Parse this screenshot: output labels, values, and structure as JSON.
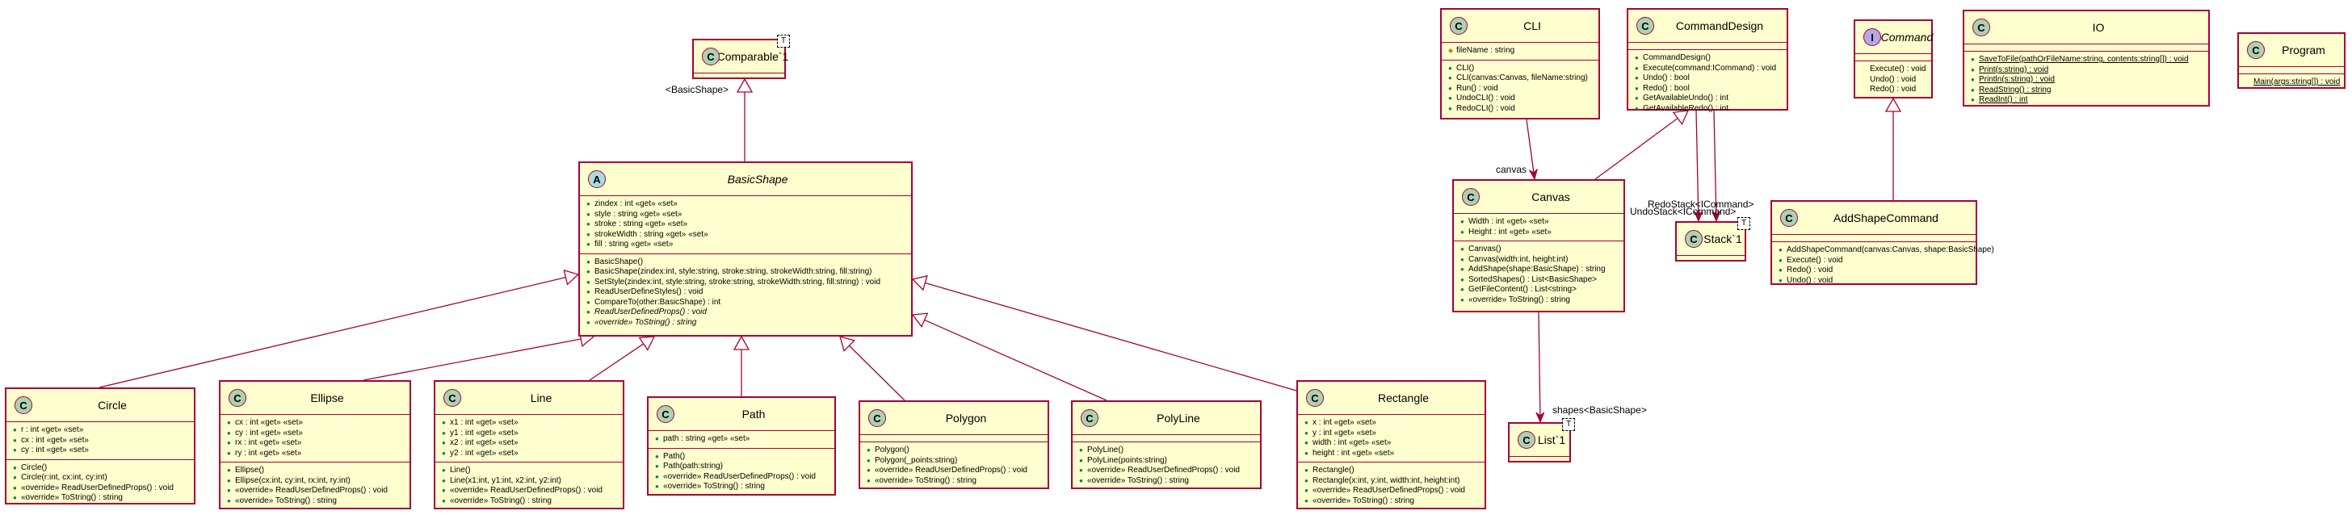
{
  "diagram": {
    "colors": {
      "class_fill": "#fefece",
      "border": "#a80036",
      "class_icon": "#add1b2",
      "abstract_icon": "#a9dcdf",
      "interface_icon": "#b4a7e5",
      "public_marker": "#038048",
      "protected_marker": "#b38d22"
    },
    "classes": {
      "icomparable": {
        "name": "IComparable`1",
        "icon": "C",
        "template": "T"
      },
      "basicshape": {
        "name": "BasicShape",
        "icon": "A",
        "fields": [
          {
            "v": "+",
            "t": "zindex : int «get» «set»"
          },
          {
            "v": "+",
            "t": "style : string «get» «set»"
          },
          {
            "v": "+",
            "t": "stroke : string «get» «set»"
          },
          {
            "v": "+",
            "t": "strokeWidth : string «get» «set»"
          },
          {
            "v": "+",
            "t": "fill : string «get» «set»"
          }
        ],
        "methods": [
          {
            "v": "+",
            "t": "BasicShape()"
          },
          {
            "v": "+",
            "t": "BasicShape(zindex:int, style:string, stroke:string, strokeWidth:string, fill:string)"
          },
          {
            "v": "+",
            "t": "SetStyle(zindex:int, style:string, stroke:string, strokeWidth:string, fill:string) : void"
          },
          {
            "v": "+",
            "t": "ReadUserDefineStyles() : void"
          },
          {
            "v": "+",
            "t": "CompareTo(other:BasicShape) : int"
          },
          {
            "v": "+",
            "t": "ReadUserDefinedProps() : void",
            "s": "i"
          },
          {
            "v": "+",
            "t": "«override» ToString() : string",
            "s": "i"
          }
        ]
      },
      "circle": {
        "name": "Circle",
        "icon": "C",
        "fields": [
          {
            "v": "+",
            "t": "r : int «get» «set»"
          },
          {
            "v": "+",
            "t": "cx : int «get» «set»"
          },
          {
            "v": "+",
            "t": "cy : int «get» «set»"
          }
        ],
        "methods": [
          {
            "v": "+",
            "t": "Circle()"
          },
          {
            "v": "+",
            "t": "Circle(r:int, cx:int, cy:int)"
          },
          {
            "v": "+",
            "t": "«override» ReadUserDefinedProps() : void"
          },
          {
            "v": "+",
            "t": "«override» ToString() : string"
          }
        ]
      },
      "ellipse": {
        "name": "Ellipse",
        "icon": "C",
        "fields": [
          {
            "v": "+",
            "t": "cx : int «get» «set»"
          },
          {
            "v": "+",
            "t": "cy : int «get» «set»"
          },
          {
            "v": "+",
            "t": "rx : int «get» «set»"
          },
          {
            "v": "+",
            "t": "ry : int «get» «set»"
          }
        ],
        "methods": [
          {
            "v": "+",
            "t": "Ellipse()"
          },
          {
            "v": "+",
            "t": "Ellipse(cx:int, cy:int, rx:int, ry:int)"
          },
          {
            "v": "+",
            "t": "«override» ReadUserDefinedProps() : void"
          },
          {
            "v": "+",
            "t": "«override» ToString() : string"
          }
        ]
      },
      "line": {
        "name": "Line",
        "icon": "C",
        "fields": [
          {
            "v": "+",
            "t": "x1 : int «get» «set»"
          },
          {
            "v": "+",
            "t": "y1 : int «get» «set»"
          },
          {
            "v": "+",
            "t": "x2 : int «get» «set»"
          },
          {
            "v": "+",
            "t": "y2 : int «get» «set»"
          }
        ],
        "methods": [
          {
            "v": "+",
            "t": "Line()"
          },
          {
            "v": "+",
            "t": "Line(x1:int, y1:int, x2:int, y2:int)"
          },
          {
            "v": "+",
            "t": "«override» ReadUserDefinedProps() : void"
          },
          {
            "v": "+",
            "t": "«override» ToString() : string"
          }
        ]
      },
      "path": {
        "name": "Path",
        "icon": "C",
        "fields": [
          {
            "v": "+",
            "t": "path : string «get» «set»"
          }
        ],
        "methods": [
          {
            "v": "+",
            "t": "Path()"
          },
          {
            "v": "+",
            "t": "Path(path:string)"
          },
          {
            "v": "+",
            "t": "«override» ReadUserDefinedProps() : void"
          },
          {
            "v": "+",
            "t": "«override» ToString() : string"
          }
        ]
      },
      "polygon": {
        "name": "Polygon",
        "icon": "C",
        "fields": [],
        "methods": [
          {
            "v": "+",
            "t": "Polygon()"
          },
          {
            "v": "+",
            "t": "Polygon(_points:string)"
          },
          {
            "v": "+",
            "t": "«override» ReadUserDefinedProps() : void"
          },
          {
            "v": "+",
            "t": "«override» ToString() : string"
          }
        ]
      },
      "polyline": {
        "name": "PolyLine",
        "icon": "C",
        "fields": [],
        "methods": [
          {
            "v": "+",
            "t": "PolyLine()"
          },
          {
            "v": "+",
            "t": "PolyLine(points:string)"
          },
          {
            "v": "+",
            "t": "«override» ReadUserDefinedProps() : void"
          },
          {
            "v": "+",
            "t": "«override» ToString() : string"
          }
        ]
      },
      "rectangle": {
        "name": "Rectangle",
        "icon": "C",
        "fields": [
          {
            "v": "+",
            "t": "x : int «get» «set»"
          },
          {
            "v": "+",
            "t": "y : int «get» «set»"
          },
          {
            "v": "+",
            "t": "width : int «get» «set»"
          },
          {
            "v": "+",
            "t": "height : int «get» «set»"
          }
        ],
        "methods": [
          {
            "v": "+",
            "t": "Rectangle()"
          },
          {
            "v": "+",
            "t": "Rectangle(x:int, y:int, width:int, height:int)"
          },
          {
            "v": "+",
            "t": "«override» ReadUserDefinedProps() : void"
          },
          {
            "v": "+",
            "t": "«override» ToString() : string"
          }
        ]
      },
      "cli": {
        "name": "CLI",
        "icon": "C",
        "fields": [
          {
            "v": "#",
            "t": "fileName : string"
          }
        ],
        "methods": [
          {
            "v": "+",
            "t": "CLI()"
          },
          {
            "v": "+",
            "t": "CLI(canvas:Canvas, fileName:string)"
          },
          {
            "v": "+",
            "t": "Run() : void"
          },
          {
            "v": "+",
            "t": "UndoCLI() : void"
          },
          {
            "v": "+",
            "t": "RedoCLI() : void"
          }
        ]
      },
      "commanddesign": {
        "name": "CommandDesign",
        "icon": "C",
        "fields": [],
        "methods": [
          {
            "v": "+",
            "t": "CommandDesign()"
          },
          {
            "v": "+",
            "t": "Execute(command:ICommand) : void"
          },
          {
            "v": "+",
            "t": "Undo() : bool"
          },
          {
            "v": "+",
            "t": "Redo() : bool"
          },
          {
            "v": "+",
            "t": "GetAvailableUndo() : int"
          },
          {
            "v": "+",
            "t": "GetAvailableRedo() : int"
          }
        ]
      },
      "icommand": {
        "name": "ICommand",
        "icon": "I",
        "fields": [],
        "methods": [
          {
            "v": "",
            "t": "Execute() : void"
          },
          {
            "v": "",
            "t": "Undo() : void"
          },
          {
            "v": "",
            "t": "Redo() : void"
          }
        ]
      },
      "io": {
        "name": "IO",
        "icon": "C",
        "fields": [],
        "methods": [
          {
            "v": "+",
            "t": "SaveToFile(pathOrFileName:string, contents:string[]) : void",
            "s": "u"
          },
          {
            "v": "+",
            "t": "Print(s:string) : void",
            "s": "u"
          },
          {
            "v": "+",
            "t": "Println(s:string) : void",
            "s": "u"
          },
          {
            "v": "+",
            "t": "ReadString() : string",
            "s": "u"
          },
          {
            "v": "+",
            "t": "ReadInt() : int",
            "s": "u"
          }
        ]
      },
      "program": {
        "name": "Program",
        "icon": "C",
        "fields": [],
        "methods": [
          {
            "v": "",
            "t": "Main(args:string[]) : void",
            "s": "u"
          }
        ]
      },
      "canvas": {
        "name": "Canvas",
        "icon": "C",
        "fields": [
          {
            "v": "+",
            "t": "Width : int «get» «set»"
          },
          {
            "v": "+",
            "t": "Height : int «get» «set»"
          }
        ],
        "methods": [
          {
            "v": "+",
            "t": "Canvas()"
          },
          {
            "v": "+",
            "t": "Canvas(width:int, height:int)"
          },
          {
            "v": "+",
            "t": "AddShape(shape:BasicShape) : string"
          },
          {
            "v": "+",
            "t": "SortedShapes() : List<BasicShape>"
          },
          {
            "v": "+",
            "t": "GetFileContent() : List<string>"
          },
          {
            "v": "+",
            "t": "«override» ToString() : string"
          }
        ]
      },
      "stack": {
        "name": "Stack`1",
        "icon": "C",
        "template": "T"
      },
      "addshapecommand": {
        "name": "AddShapeCommand",
        "icon": "C",
        "fields": [],
        "methods": [
          {
            "v": "+",
            "t": "AddShapeCommand(canvas:Canvas, shape:BasicShape)"
          },
          {
            "v": "+",
            "t": "Execute() : void"
          },
          {
            "v": "+",
            "t": "Redo() : void"
          },
          {
            "v": "+",
            "t": "Undo() : void"
          }
        ]
      },
      "list": {
        "name": "List`1",
        "icon": "C",
        "template": "T"
      }
    },
    "labels": {
      "basicshape_binding": "<BasicShape>",
      "canvas_role": "canvas",
      "redo_stack": "RedoStack<ICommand>",
      "undo_stack": "UndoStack<ICommand>",
      "shapes_binding": "shapes<BasicShape>"
    }
  }
}
